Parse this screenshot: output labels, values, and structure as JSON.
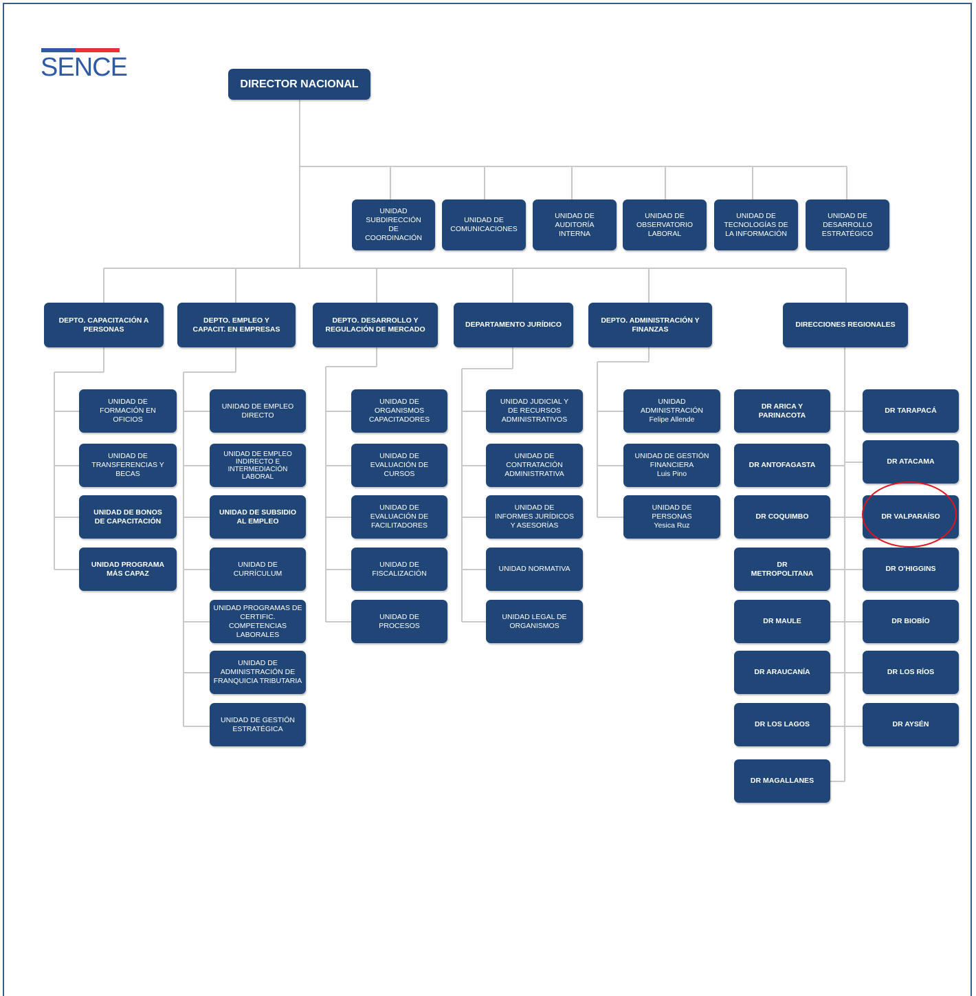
{
  "logo": {
    "text": "SENCE"
  },
  "director": "DIRECTOR NACIONAL",
  "staff_units": [
    "UNIDAD\nSUBDIRECCIÓN\nDE\nCOORDINACIÓN",
    "UNIDAD DE\nCOMUNICACIONES",
    "UNIDAD DE\nAUDITORÍA\nINTERNA",
    "UNIDAD DE\nOBSERVATORIO\nLABORAL",
    "UNIDAD DE\nTECNOLOGÍAS DE\nLA INFORMACIÓN",
    "UNIDAD DE\nDESARROLLO\nESTRATÉGICO"
  ],
  "departments": [
    {
      "name": "DEPTO. CAPACITACIÓN A\nPERSONAS",
      "units": [
        "UNIDAD DE\nFORMACIÓN EN\nOFICIOS",
        "UNIDAD DE\nTRANSFERENCIAS Y\nBECAS",
        "UNIDAD DE BONOS\nDE CAPACITACIÓN",
        "UNIDAD PROGRAMA\nMÁS CAPAZ"
      ]
    },
    {
      "name": "DEPTO. EMPLEO Y\nCAPACIT. EN EMPRESAS",
      "units": [
        "UNIDAD DE EMPLEO\nDIRECTO",
        "UNIDAD DE EMPLEO\nINDIRECTO E\nINTERMEDIACIÓN\nLABORAL",
        "UNIDAD DE SUBSIDIO\nAL EMPLEO",
        "UNIDAD DE\nCURRÍCULUM",
        "UNIDAD PROGRAMAS DE\nCERTIFIC. COMPETENCIAS\nLABORALES",
        "UNIDAD DE\nADMINISTRACIÓN DE\nFRANQUICIA TRIBUTARIA",
        "UNIDAD DE GESTIÓN\nESTRATÉGICA"
      ]
    },
    {
      "name": "DEPTO. DESARROLLO Y\nREGULACIÓN DE MERCADO",
      "units": [
        "UNIDAD DE\nORGANISMOS\nCAPACITADORES",
        "UNIDAD DE\nEVALUACIÓN DE\nCURSOS",
        "UNIDAD DE\nEVALUACIÓN DE\nFACILITADORES",
        "UNIDAD DE\nFISCALIZACIÓN",
        "UNIDAD DE\nPROCESOS"
      ]
    },
    {
      "name": "DEPARTAMENTO JURÍDICO",
      "units": [
        "UNIDAD JUDICIAL Y\nDE RECURSOS\nADMINISTRATIVOS",
        "UNIDAD DE\nCONTRATACIÓN\nADMINISTRATIVA",
        "UNIDAD DE\nINFORMES JURÍDICOS\nY ASESORÍAS",
        "UNIDAD NORMATIVA",
        "UNIDAD LEGAL DE\nORGANISMOS"
      ]
    },
    {
      "name": "DEPTO. ADMINISTRACIÓN Y\nFINANZAS",
      "units": [
        "UNIDAD\nADMINISTRACIÓN\nFelipe Allende",
        "UNIDAD DE GESTIÓN\nFINANCIERA\nLuis Pino",
        "UNIDAD DE\nPERSONAS\nYesica Ruz"
      ]
    },
    {
      "name": "DIRECCIONES REGIONALES",
      "left": [
        "DR ARICA Y\nPARINACOTA",
        "DR ANTOFAGASTA",
        "DR COQUIMBO",
        "DR\nMETROPOLITANA",
        "DR MAULE",
        "DR ARAUCANÍA",
        "DR LOS LAGOS",
        "DR MAGALLANES"
      ],
      "right": [
        "DR TARAPACÁ",
        "DR ATACAMA",
        "DR VALPARAÍSO",
        "DR O'HIGGINS",
        "DR BIOBÍO",
        "DR LOS RÍOS",
        "DR AYSÉN"
      ]
    }
  ],
  "highlighted": "DR VALPARAÍSO",
  "colors": {
    "box": "#1f4677",
    "line": "#c9c9c9",
    "frame": "#3a5a86",
    "highlight": "#e0141e",
    "logo_blue": "#2f5aa5",
    "logo_red": "#e53235"
  }
}
